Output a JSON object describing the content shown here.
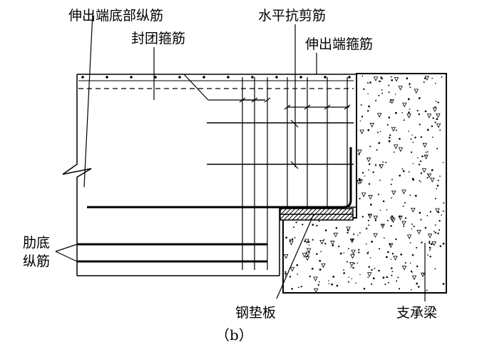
{
  "figure": {
    "caption": "（b）",
    "labels": {
      "top_long_bar": "伸出端底部纵筋",
      "closing_stirrup": "封团箍筋",
      "horizontal_shear_bar": "水平抗剪筋",
      "end_stirrup": "伸出端箍筋",
      "rib_bottom_bar_line1": "肋底",
      "rib_bottom_bar_line2": "纵筋",
      "steel_plate": "钢垫板",
      "support_beam": "支承梁"
    }
  }
}
